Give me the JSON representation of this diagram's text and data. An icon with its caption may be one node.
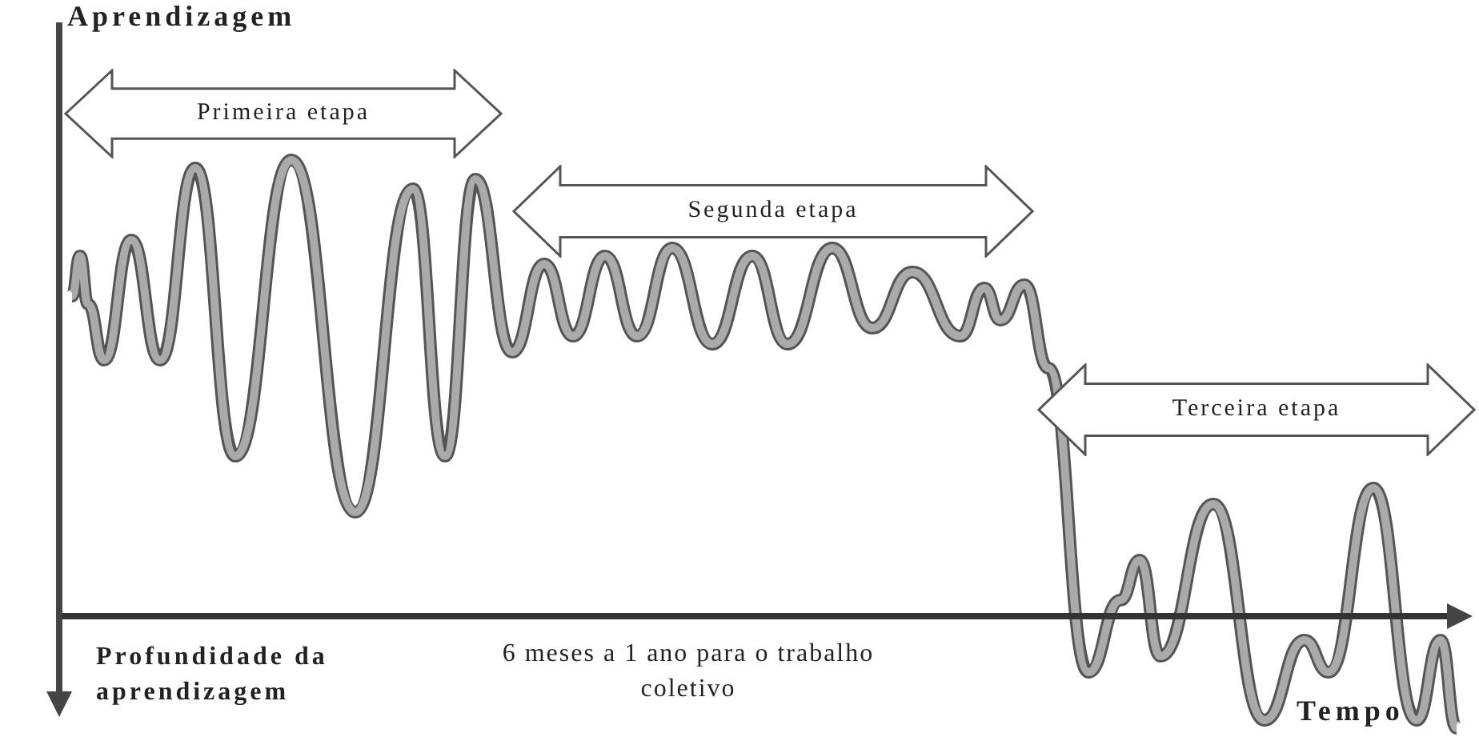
{
  "diagram": {
    "nodes": [
      {
        "text": [
          "Primeira etapa"
        ]
      },
      {
        "text": [
          "Segunda etapa"
        ]
      },
      {
        "text": [
          "Terceira etapa"
        ]
      }
    ],
    "labels": [
      "Aprendizagem",
      "Profundidade da aprendizagem",
      "6 meses a 1 ano para o trabalho coletivo",
      "Tempo"
    ]
  }
}
